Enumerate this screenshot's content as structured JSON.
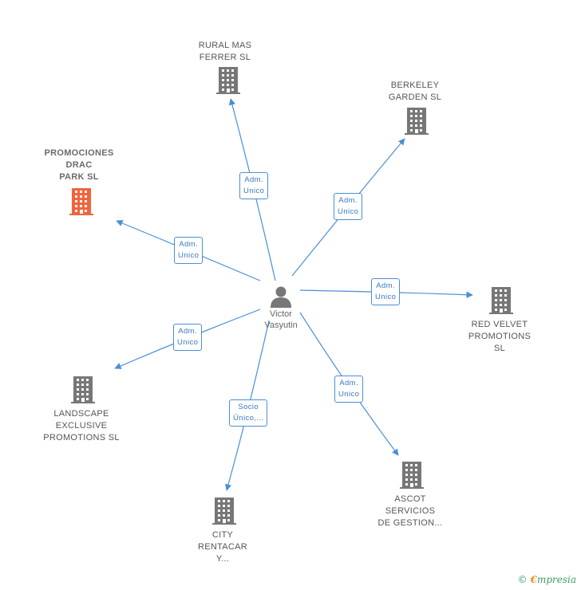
{
  "center": {
    "name": "Victor\nVasyutin"
  },
  "colors": {
    "edge": "#4a8fd4",
    "building": "#777777",
    "highlight": "#f0643c"
  },
  "companies": [
    {
      "id": "rural",
      "label": "RURAL MAS\nFERRER SL",
      "highlight": false
    },
    {
      "id": "berkeley",
      "label": "BERKELEY\nGARDEN SL",
      "highlight": false
    },
    {
      "id": "promociones",
      "label": "PROMOCIONES\nDRAC\nPARK SL",
      "highlight": true
    },
    {
      "id": "redvelvet",
      "label": "RED VELVET\nPROMOTIONS\nSL",
      "highlight": false
    },
    {
      "id": "landscape",
      "label": "LANDSCAPE\nEXCLUSIVE\nPROMOTIONS SL",
      "highlight": false
    },
    {
      "id": "ascot",
      "label": "ASCOT\nSERVICIOS\nDE GESTION...",
      "highlight": false
    },
    {
      "id": "city",
      "label": "CITY\nRENTACAR\nY...",
      "highlight": false
    }
  ],
  "relations": [
    {
      "to": "rural",
      "label": "Adm.\nUnico"
    },
    {
      "to": "berkeley",
      "label": "Adm.\nUnico"
    },
    {
      "to": "promociones",
      "label": "Adm.\nUnico"
    },
    {
      "to": "redvelvet",
      "label": "Adm.\nUnico"
    },
    {
      "to": "landscape",
      "label": "Adm.\nUnico"
    },
    {
      "to": "ascot",
      "label": "Adm.\nUnico"
    },
    {
      "to": "city",
      "label": "Socio\nÚnico,..."
    }
  ],
  "footer": {
    "copyright": "©",
    "brand_first": "€",
    "brand_rest": "mpresia"
  }
}
